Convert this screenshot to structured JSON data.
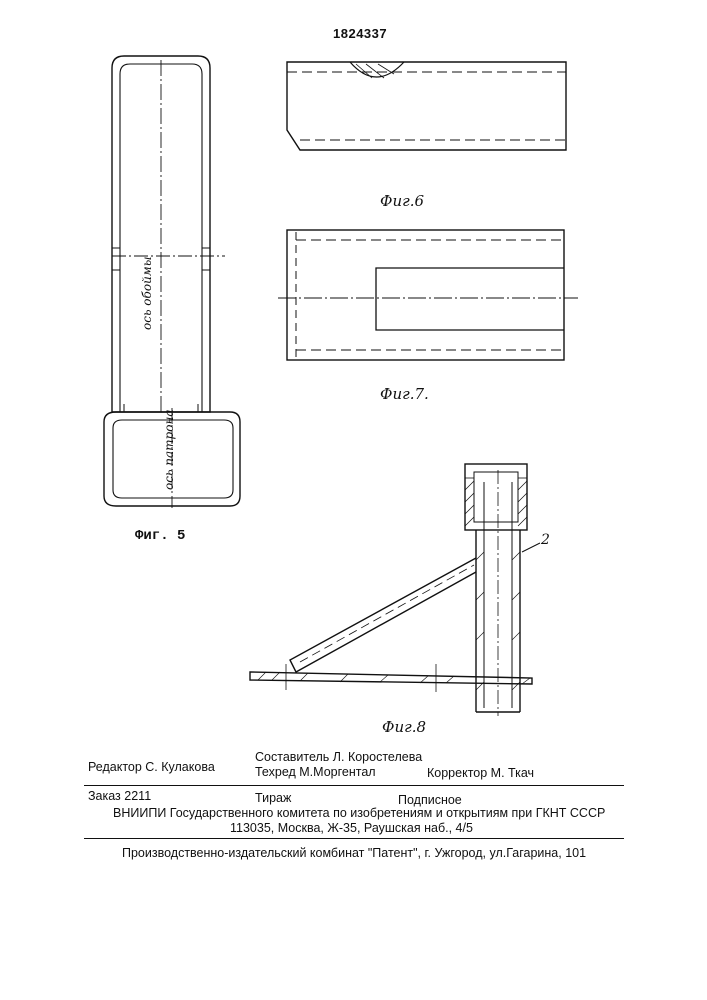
{
  "header": {
    "patent_number": "1824337"
  },
  "figures": {
    "fig5": {
      "label": "Фиг. 5",
      "axis_drum": "ось обоймы",
      "axis_cartridge": "ось патрона"
    },
    "fig6": {
      "label": "Фиг.6"
    },
    "fig7": {
      "label": "Фиг.7."
    },
    "fig8": {
      "label": "Фиг.8",
      "callout": "2"
    }
  },
  "colophon": {
    "editor": "Редактор  С. Кулакова",
    "compiler": "Составитель  Л. Коростелева",
    "techred": "Техред М.Моргентал",
    "corrector": "Корректор  М. Ткач",
    "order": "Заказ  2211",
    "circulation": "Тираж",
    "subscription": "Подписное",
    "institute": "ВНИИПИ Государственного комитета по изобретениям и открытиям при ГКНТ СССР",
    "address": "113035, Москва, Ж-35, Раушская наб., 4/5",
    "publisher": "Производственно-издательский комбинат \"Патент\", г. Ужгород, ул.Гагарина, 101"
  }
}
